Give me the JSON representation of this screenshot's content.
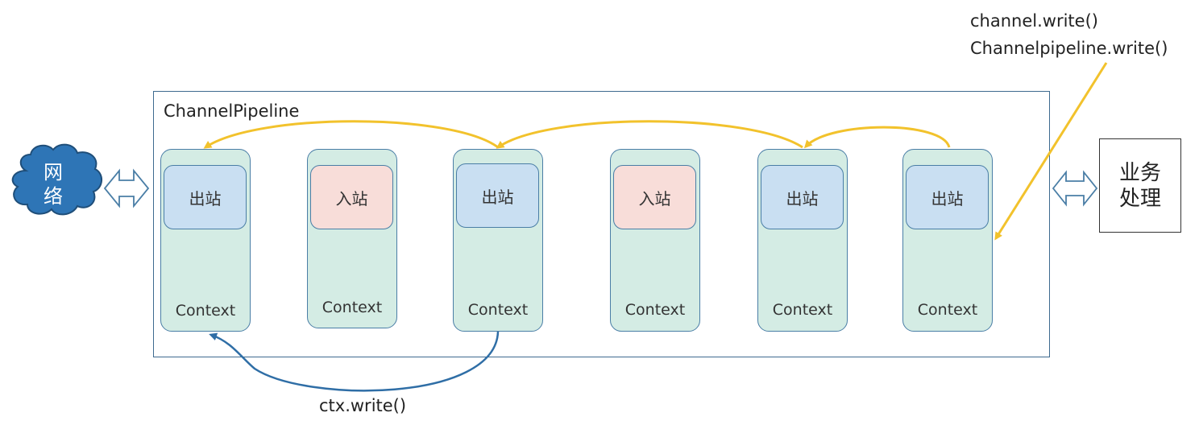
{
  "write_calls": {
    "channel_write": "channel.write()",
    "pipeline_write": "Channelpipeline.write()",
    "ctx_write": "ctx.write()"
  },
  "pipeline": {
    "title": "ChannelPipeline",
    "contexts": [
      {
        "handler": "出站",
        "direction": "out",
        "label": "Context"
      },
      {
        "handler": "入站",
        "direction": "in",
        "label": "Context"
      },
      {
        "handler": "出站",
        "direction": "out",
        "label": "Context"
      },
      {
        "handler": "入站",
        "direction": "in",
        "label": "Context"
      },
      {
        "handler": "出站",
        "direction": "out",
        "label": "Context"
      },
      {
        "handler": "出站",
        "direction": "out",
        "label": "Context"
      }
    ]
  },
  "network": {
    "line1": "网",
    "line2": "络"
  },
  "business": {
    "line1": "业务",
    "line2": "处理"
  },
  "colors": {
    "outbound_handler": "#c9dff2",
    "inbound_handler": "#f8ddd9",
    "context_fill": "#d4ece4",
    "border": "#4a7ea6",
    "yellow_arrow": "#f2c22c",
    "blue_arrow": "#2f6ea6",
    "cloud_fill": "#2e75b6"
  }
}
